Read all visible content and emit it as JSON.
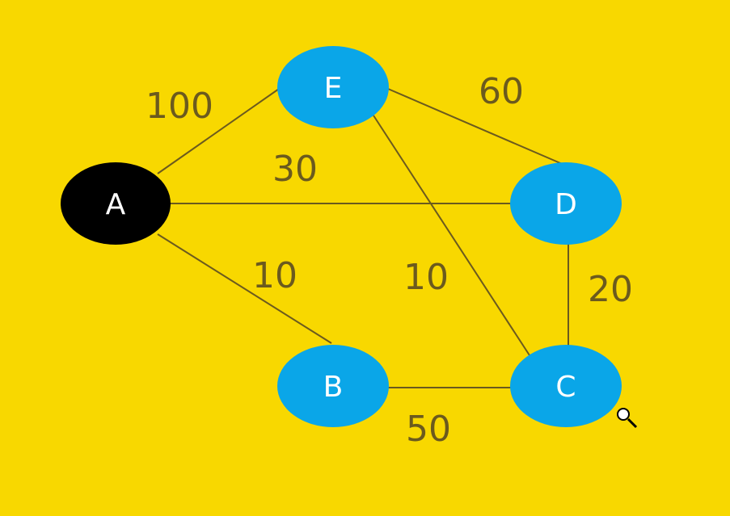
{
  "colors": {
    "background": "#F8D800",
    "edge": "#6B5A1E",
    "node_fill": "#0AA6E8",
    "source_node_fill": "#000000",
    "node_text": "#FFFFFF",
    "weight_text": "#6B5A1E"
  },
  "nodes": {
    "A": {
      "label": "A",
      "role": "source"
    },
    "E": {
      "label": "E",
      "role": "normal"
    },
    "D": {
      "label": "D",
      "role": "normal"
    },
    "B": {
      "label": "B",
      "role": "normal"
    },
    "C": {
      "label": "C",
      "role": "normal"
    }
  },
  "edges": {
    "A-E": {
      "from": "A",
      "to": "E",
      "weight": "100"
    },
    "A-D": {
      "from": "A",
      "to": "D",
      "weight": "30"
    },
    "A-B": {
      "from": "A",
      "to": "B",
      "weight": "10"
    },
    "E-D": {
      "from": "E",
      "to": "D",
      "weight": "60"
    },
    "E-C": {
      "from": "E",
      "to": "C",
      "weight": "10"
    },
    "D-C": {
      "from": "D",
      "to": "C",
      "weight": "20"
    },
    "B-C": {
      "from": "B",
      "to": "C",
      "weight": "50"
    }
  },
  "cursor": {
    "icon": "zoom-magnifier-icon"
  }
}
